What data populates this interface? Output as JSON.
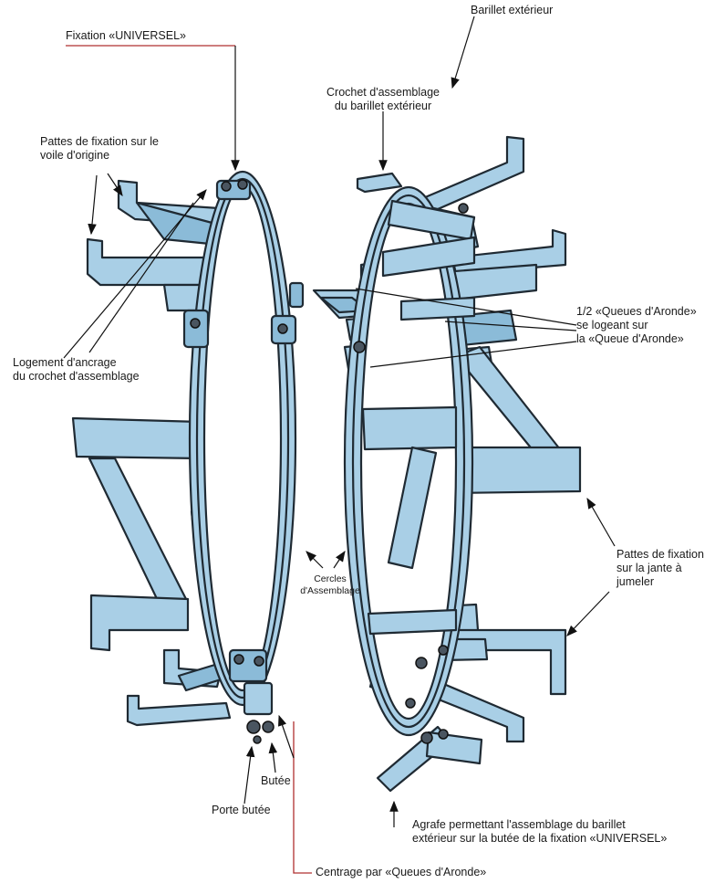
{
  "labels": {
    "fixation": "Fixation «UNIVERSEL»",
    "barillet": "Barillet extérieur",
    "crochet_1": "Crochet d'assemblage",
    "crochet_2": "du barillet extérieur",
    "pattes_voile_1": "Pattes de fixation sur le",
    "pattes_voile_2": "voile d'origine",
    "logement_1": "Logement d'ancrage",
    "logement_2": "du crochet d'assemblage",
    "queues_1": "1/2 «Queues d'Aronde»",
    "queues_2": "se logeant sur",
    "queues_3": "la «Queue d'Aronde»",
    "cercles_1": "Cercles",
    "cercles_2": "d'Assemblage",
    "pattes_jante_1": "Pattes de fixation",
    "pattes_jante_2": "sur la jante à",
    "pattes_jante_3": "jumeler",
    "butee": "Butée",
    "porte_butee": "Porte butée",
    "agrafe_1": "Agrafe permettant l'assemblage du barillet",
    "agrafe_2": "extérieur sur la butée de la fixation «UNIVERSEL»",
    "centrage": "Centrage par «Queues d'Aronde»"
  },
  "colors": {
    "metal": "#a9cfe6",
    "metal_dark": "#8bbbd8",
    "outline": "#1f2a33",
    "leader_red": "#b03030"
  }
}
